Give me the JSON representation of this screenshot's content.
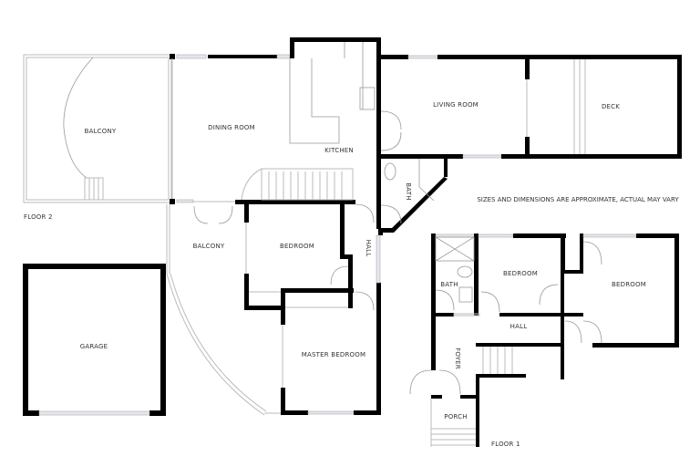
{
  "floor_labels": {
    "floor2": "FLOOR 2",
    "floor1": "FLOOR 1"
  },
  "note": "SIZES AND DIMENSIONS ARE APPROXIMATE, ACTUAL MAY VARY",
  "floor2_rooms": {
    "balcony_west": "BALCONY",
    "dining_room": "DINING ROOM",
    "kitchen": "KITCHEN",
    "living_room": "LIVING ROOM",
    "deck": "DECK",
    "bath": "BATH",
    "balcony_south": "BALCONY",
    "bedroom": "BEDROOM",
    "hall": "HALL",
    "master_bedroom": "MASTER BEDROOM",
    "garage": "GARAGE"
  },
  "floor1_rooms": {
    "bath": "BATH",
    "bedroom_1": "BEDROOM",
    "bedroom_2": "BEDROOM",
    "hall": "HALL",
    "foyer": "FOYER",
    "porch": "PORCH"
  },
  "colors": {
    "wall": "#000000",
    "outline": "#bbbbbb",
    "window": "#e6e6ee",
    "text": "#333333"
  }
}
